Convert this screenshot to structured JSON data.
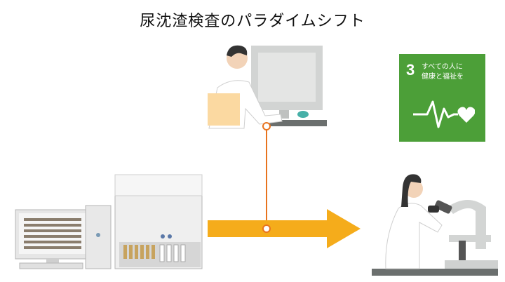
{
  "title": "尿沈渣検査のパラダイムシフト",
  "sdg": {
    "number": "3",
    "line1": "すべての人に",
    "line2": "健康と福祉を",
    "color": "#4c9f38"
  },
  "colors": {
    "arrow": "#f5ac1b",
    "connector": "#e8731e",
    "desk": "#6b6f6e"
  },
  "icons": [
    "heartbeat-heart-icon"
  ]
}
